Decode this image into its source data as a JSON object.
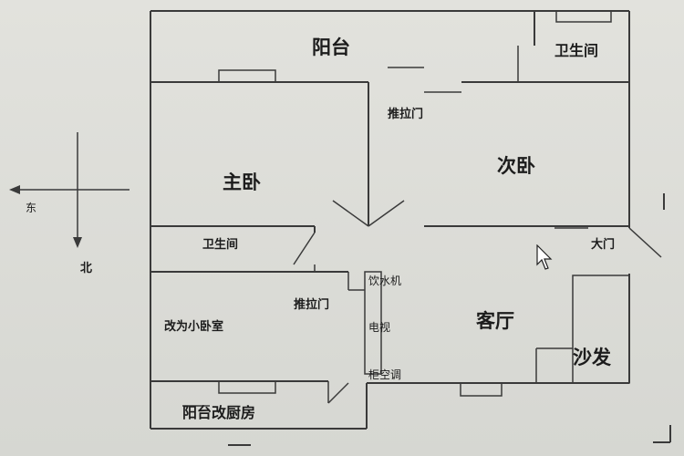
{
  "rooms": {
    "balcony": "阳台",
    "bathroom_top": "卫生间",
    "sliding_door_top": "推拉门",
    "second_bedroom": "次卧",
    "master_bedroom": "主卧",
    "bathroom_left": "卫生间",
    "small_bedroom": "改为小卧室",
    "sliding_door_mid": "推拉门",
    "kitchen": "阳台改厨房",
    "living_room": "客厅",
    "sofa": "沙发",
    "main_door": "大门",
    "water_dispenser": "饮水机",
    "tv": "电视",
    "ac": "柜空调"
  },
  "compass": {
    "east": "东",
    "north": "北"
  }
}
